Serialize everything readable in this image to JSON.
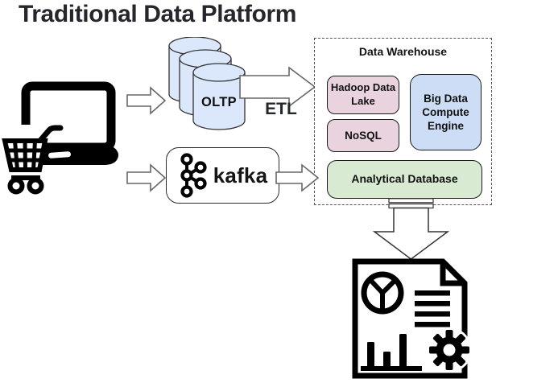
{
  "title": "Traditional Data Platform",
  "colors": {
    "title_color": "#26262c",
    "cylinder_fill": "#dbe8fb",
    "pink_fill": "#e9d3de",
    "blue_fill": "#cdddf5",
    "green_fill": "#d9ead3",
    "box_stroke": "#1a1a1a",
    "arrow_stroke": "#666666",
    "dark_arrow_stroke": "#333333",
    "dashed_border": "#555555"
  },
  "flow": {
    "oltp_label": "OLTP",
    "etl_label": "ETL",
    "kafka_label": "kafka"
  },
  "warehouse": {
    "title": "Data Warehouse",
    "hadoop_label": "Hadoop Data Lake",
    "bigdata_label": "Big Data Compute Engine",
    "nosql_label": "NoSQL",
    "analytical_label": "Analytical Database"
  },
  "icons": {
    "source": "ecommerce-laptop-shopping-cart-icon",
    "oltp": "database-cylinders-icon",
    "kafka": "kafka-logo-icon",
    "report": "analytics-report-document-icon"
  }
}
